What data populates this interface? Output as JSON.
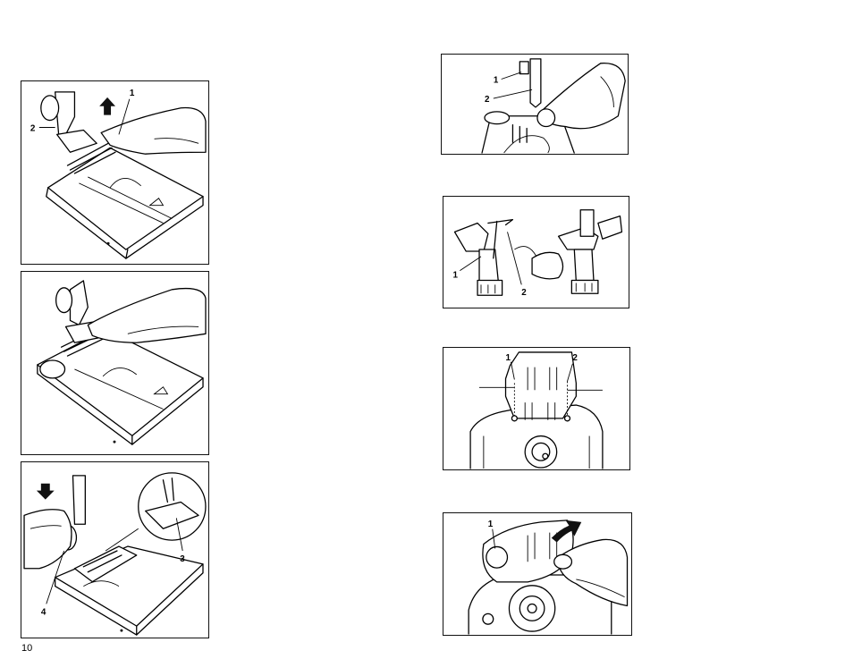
{
  "page": {
    "number": "10"
  },
  "figures": [
    {
      "id": "fig1",
      "callouts": [
        "1",
        "2"
      ],
      "arrow": "up"
    },
    {
      "id": "fig2",
      "callouts": []
    },
    {
      "id": "fig3",
      "callouts": [
        "3",
        "4"
      ],
      "arrow": "down"
    },
    {
      "id": "fig4",
      "callouts": [
        "1",
        "2"
      ]
    },
    {
      "id": "fig5",
      "callouts": [
        "1",
        "2"
      ]
    },
    {
      "id": "fig6",
      "callouts": [
        "1",
        "2"
      ]
    },
    {
      "id": "fig7",
      "callouts": [
        "1"
      ],
      "arrow": "up-right"
    }
  ]
}
